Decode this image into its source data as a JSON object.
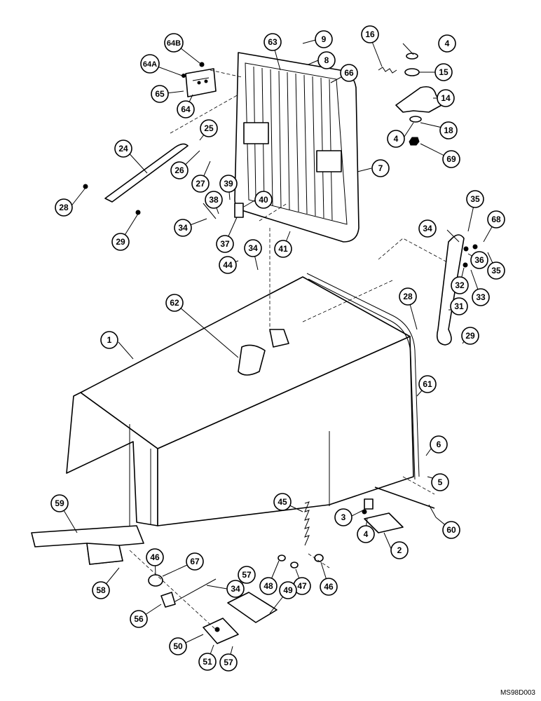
{
  "drawing_code": "MS98D003",
  "callouts": [
    {
      "id": "c1",
      "label": "1"
    },
    {
      "id": "c2",
      "label": "2"
    },
    {
      "id": "c3",
      "label": "3"
    },
    {
      "id": "c4a",
      "label": "4"
    },
    {
      "id": "c4b",
      "label": "4"
    },
    {
      "id": "c4c",
      "label": "4"
    },
    {
      "id": "c5",
      "label": "5"
    },
    {
      "id": "c6",
      "label": "6"
    },
    {
      "id": "c7",
      "label": "7"
    },
    {
      "id": "c8",
      "label": "8"
    },
    {
      "id": "c9",
      "label": "9"
    },
    {
      "id": "c14",
      "label": "14"
    },
    {
      "id": "c15",
      "label": "15"
    },
    {
      "id": "c16",
      "label": "16"
    },
    {
      "id": "c18",
      "label": "18"
    },
    {
      "id": "c24",
      "label": "24"
    },
    {
      "id": "c25",
      "label": "25"
    },
    {
      "id": "c26",
      "label": "26"
    },
    {
      "id": "c27",
      "label": "27"
    },
    {
      "id": "c28a",
      "label": "28"
    },
    {
      "id": "c28b",
      "label": "28"
    },
    {
      "id": "c29a",
      "label": "29"
    },
    {
      "id": "c29b",
      "label": "29"
    },
    {
      "id": "c31",
      "label": "31"
    },
    {
      "id": "c32",
      "label": "32"
    },
    {
      "id": "c33",
      "label": "33"
    },
    {
      "id": "c34a",
      "label": "34"
    },
    {
      "id": "c34b",
      "label": "34"
    },
    {
      "id": "c34c",
      "label": "34"
    },
    {
      "id": "c34d",
      "label": "34"
    },
    {
      "id": "c35a",
      "label": "35"
    },
    {
      "id": "c35b",
      "label": "35"
    },
    {
      "id": "c36",
      "label": "36"
    },
    {
      "id": "c37",
      "label": "37"
    },
    {
      "id": "c38",
      "label": "38"
    },
    {
      "id": "c39",
      "label": "39"
    },
    {
      "id": "c40",
      "label": "40"
    },
    {
      "id": "c41",
      "label": "41"
    },
    {
      "id": "c44",
      "label": "44"
    },
    {
      "id": "c45",
      "label": "45"
    },
    {
      "id": "c46a",
      "label": "46"
    },
    {
      "id": "c46b",
      "label": "46"
    },
    {
      "id": "c47",
      "label": "47"
    },
    {
      "id": "c48",
      "label": "48"
    },
    {
      "id": "c49",
      "label": "49"
    },
    {
      "id": "c50",
      "label": "50"
    },
    {
      "id": "c51",
      "label": "51"
    },
    {
      "id": "c56",
      "label": "56"
    },
    {
      "id": "c57a",
      "label": "57"
    },
    {
      "id": "c57b",
      "label": "57"
    },
    {
      "id": "c58",
      "label": "58"
    },
    {
      "id": "c59",
      "label": "59"
    },
    {
      "id": "c60",
      "label": "60"
    },
    {
      "id": "c61",
      "label": "61"
    },
    {
      "id": "c62",
      "label": "62"
    },
    {
      "id": "c63",
      "label": "63"
    },
    {
      "id": "c64",
      "label": "64"
    },
    {
      "id": "c64a",
      "label": "64A"
    },
    {
      "id": "c64b",
      "label": "64B"
    },
    {
      "id": "c65",
      "label": "65"
    },
    {
      "id": "c66",
      "label": "66"
    },
    {
      "id": "c67",
      "label": "67"
    },
    {
      "id": "c68",
      "label": "68"
    },
    {
      "id": "c69",
      "label": "69"
    }
  ]
}
